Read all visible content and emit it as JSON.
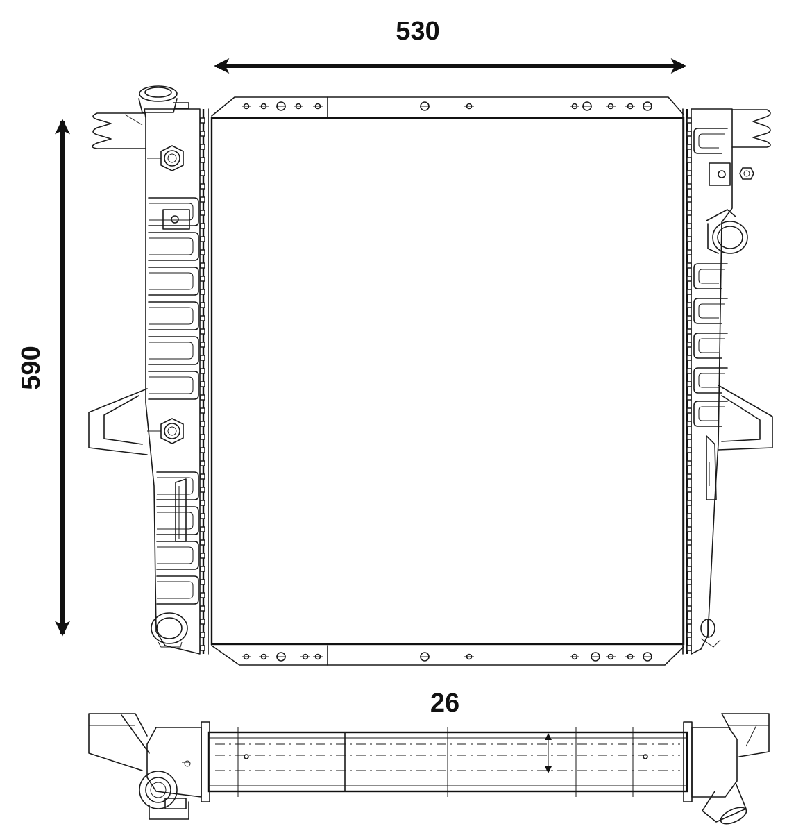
{
  "dimensions": {
    "width": {
      "value": "530"
    },
    "height": {
      "value": "590"
    },
    "depth": {
      "value": "26"
    }
  }
}
